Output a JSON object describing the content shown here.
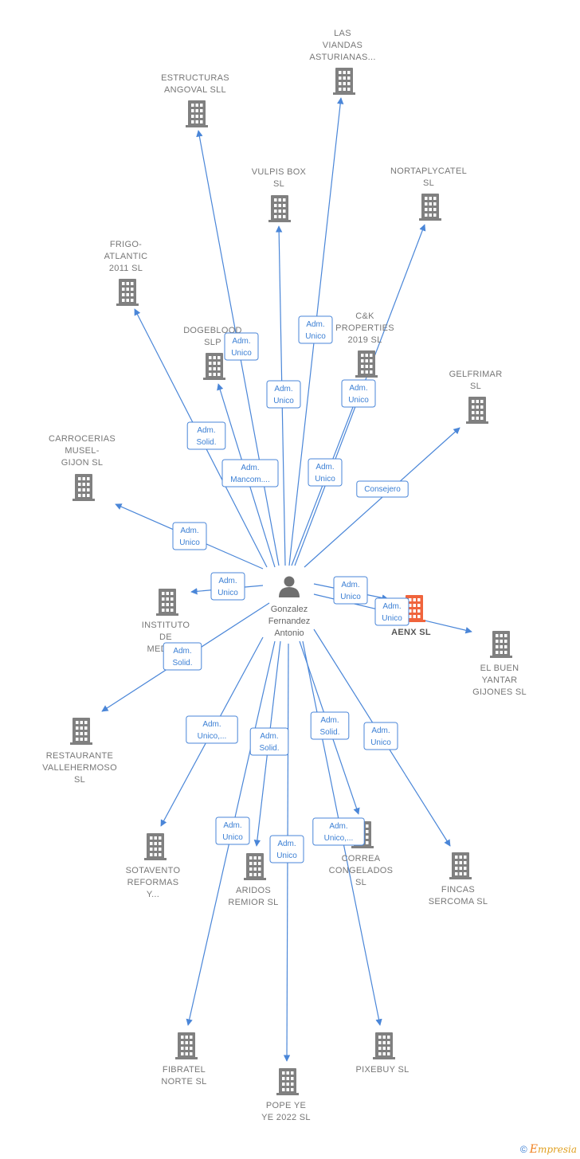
{
  "center": {
    "label_lines": [
      "Gonzalez",
      "Fernandez",
      "Antonio"
    ],
    "icon": "person-icon"
  },
  "colors": {
    "edge": "#4a86d8",
    "building": "#808080",
    "highlight": "#f0643c"
  },
  "companies": [
    {
      "id": "las-viandas",
      "lines": [
        "LAS",
        "VIANDAS",
        "ASTURIANAS..."
      ]
    },
    {
      "id": "estructuras-angoval",
      "lines": [
        "ESTRUCTURAS",
        "ANGOVAL SLL"
      ]
    },
    {
      "id": "vulpis-box",
      "lines": [
        "VULPIS BOX",
        "SL"
      ]
    },
    {
      "id": "nortaplycatel",
      "lines": [
        "NORTAPLYCATEL",
        "SL"
      ]
    },
    {
      "id": "frigo-atlantic",
      "lines": [
        "FRIGO-",
        "ATLANTIC",
        "2011 SL"
      ]
    },
    {
      "id": "dogeblood",
      "lines": [
        "DOGEBLOOD",
        "SLP"
      ]
    },
    {
      "id": "ck-properties",
      "lines": [
        "C&K",
        "PROPERTIES",
        "2019 SL"
      ]
    },
    {
      "id": "gelfrimar",
      "lines": [
        "GELFRIMAR",
        "SL"
      ]
    },
    {
      "id": "carrocerias-musel",
      "lines": [
        "CARROCERIAS",
        "MUSEL-",
        "GIJON SL"
      ]
    },
    {
      "id": "instituto-medic",
      "lines": [
        "INSTITUTO",
        "DE",
        "MEDIC..."
      ]
    },
    {
      "id": "aenx",
      "lines": [
        "AENX SL"
      ],
      "highlight": true
    },
    {
      "id": "el-buen-yantar",
      "lines": [
        "EL BUEN",
        "YANTAR",
        "GIJONES SL"
      ]
    },
    {
      "id": "restaurante-vallehermoso",
      "lines": [
        "RESTAURANTE",
        "VALLEHERMOSO",
        "SL"
      ]
    },
    {
      "id": "sotavento",
      "lines": [
        "SOTAVENTO",
        "REFORMAS",
        "Y..."
      ]
    },
    {
      "id": "aridos-remior",
      "lines": [
        "ARIDOS",
        "REMIOR SL"
      ]
    },
    {
      "id": "correa-congelados",
      "lines": [
        "CORREA",
        "CONGELADOS",
        "SL"
      ]
    },
    {
      "id": "fincas-sercoma",
      "lines": [
        "FINCAS",
        "SERCOMA SL"
      ]
    },
    {
      "id": "fibratel-norte",
      "lines": [
        "FIBRATEL",
        "NORTE SL"
      ]
    },
    {
      "id": "pope-ye-ye",
      "lines": [
        "POPE YE",
        "YE 2022 SL"
      ]
    },
    {
      "id": "pixebuy",
      "lines": [
        "PIXEBUY SL"
      ]
    }
  ],
  "edges": [
    {
      "to": "las-viandas",
      "role": [
        "Adm.",
        "Unico"
      ]
    },
    {
      "to": "estructuras-angoval",
      "role": [
        "Adm.",
        "Unico"
      ]
    },
    {
      "to": "vulpis-box",
      "role": [
        "Adm.",
        "Unico"
      ]
    },
    {
      "to": "nortaplycatel",
      "role": [
        "Adm.",
        "Unico"
      ]
    },
    {
      "to": "frigo-atlantic",
      "role": [
        "Adm.",
        "Solid."
      ]
    },
    {
      "to": "dogeblood",
      "role": [
        "Adm.",
        "Mancom...."
      ]
    },
    {
      "to": "ck-properties",
      "role": [
        "Adm.",
        "Unico"
      ]
    },
    {
      "to": "gelfrimar",
      "role": [
        "Consejero"
      ]
    },
    {
      "to": "carrocerias-musel",
      "role": [
        "Adm.",
        "Unico"
      ]
    },
    {
      "to": "instituto-medic",
      "role": [
        "Adm.",
        "Unico"
      ]
    },
    {
      "to": "aenx",
      "role": [
        "Adm.",
        "Unico"
      ]
    },
    {
      "to": "el-buen-yantar",
      "role": [
        "Adm.",
        "Unico"
      ]
    },
    {
      "to": "restaurante-vallehermoso",
      "role": [
        "Adm.",
        "Solid."
      ]
    },
    {
      "to": "sotavento",
      "role": [
        "Adm.",
        "Unico,..."
      ]
    },
    {
      "to": "aridos-remior",
      "role": [
        "Adm.",
        "Solid."
      ]
    },
    {
      "to": "correa-congelados",
      "role": [
        "Adm.",
        "Solid."
      ]
    },
    {
      "to": "fincas-sercoma",
      "role": [
        "Adm.",
        "Unico"
      ]
    },
    {
      "to": "fibratel-norte",
      "role": [
        "Adm.",
        "Unico"
      ]
    },
    {
      "to": "pope-ye-ye",
      "role": [
        "Adm.",
        "Unico"
      ]
    },
    {
      "to": "pixebuy",
      "role": [
        "Adm.",
        "Unico,..."
      ]
    }
  ],
  "footer": {
    "copyright": "©",
    "brand_initial": "E",
    "brand_rest": "mpresia"
  }
}
